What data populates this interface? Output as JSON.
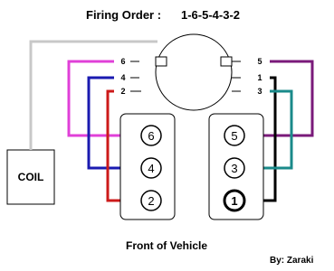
{
  "title": {
    "label": "Firing Order :",
    "sequence": "1-6-5-4-3-2"
  },
  "coil": {
    "label": "COIL"
  },
  "distributor": {
    "left_terminals": [
      "6",
      "4",
      "2"
    ],
    "right_terminals": [
      "5",
      "1",
      "3"
    ]
  },
  "banks": {
    "left_cylinders": [
      "6",
      "4",
      "2"
    ],
    "right_cylinders": [
      "5",
      "3",
      "1"
    ]
  },
  "wires": [
    {
      "cylinder": "6",
      "color": "#e040d8"
    },
    {
      "cylinder": "4",
      "color": "#1a1ab0"
    },
    {
      "cylinder": "2",
      "color": "#cc1a1a"
    },
    {
      "cylinder": "5",
      "color": "#7a1a7a"
    },
    {
      "cylinder": "1",
      "color": "#000000"
    },
    {
      "cylinder": "3",
      "color": "#1a8a8a"
    }
  ],
  "coil_wire_color": "#c8c8c8",
  "footer": {
    "front_label": "Front of Vehicle",
    "credit": "By: Zaraki"
  }
}
